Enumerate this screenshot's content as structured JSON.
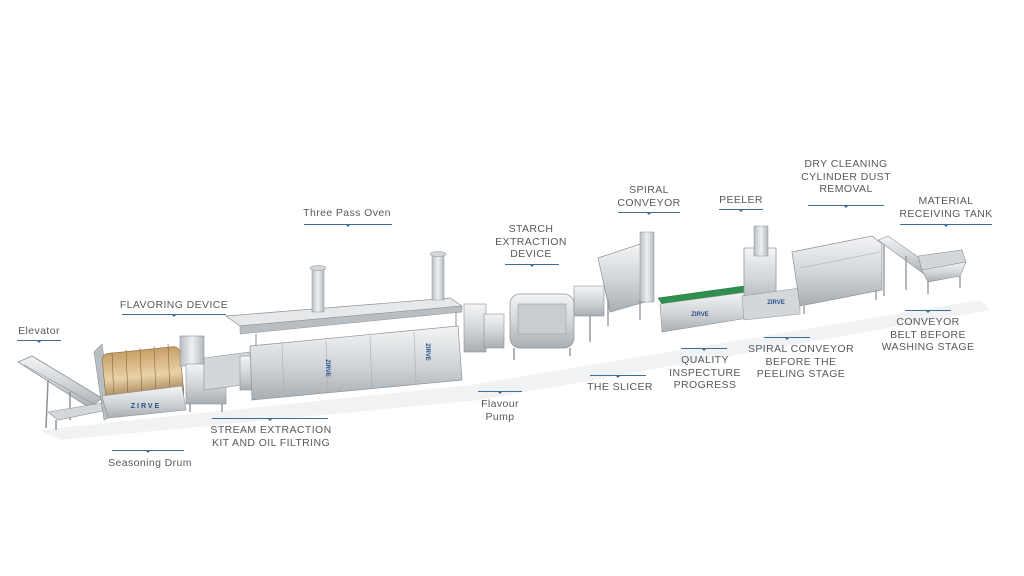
{
  "labels": {
    "elevator": "Elevator",
    "flavoring_device": "FLAVORING DEVICE",
    "seasoning_drum": "Seasoning Drum",
    "three_pass_oven": "Three Pass Oven",
    "stream_extraction": "STREAM EXTRACTION\nKIT AND OIL FILTRING",
    "flavour_pump": "Flavour\nPump",
    "starch_extraction": "STARCH\nEXTRACTION\nDEVICE",
    "the_slicer": "THE SLICER",
    "spiral_conveyor": "SPIRAL\nCONVEYOR",
    "quality_inspecture": "QUALITY\nINSPECTURE\nPROGRESS",
    "peeler": "PEELER",
    "spiral_conveyor_before_peeling": "SPIRAL CONVEYOR\nBEFORE THE\nPEELING STAGE",
    "dry_cleaning": "DRY CLEANING\nCYLINDER DUST\nREMOVAL",
    "conveyor_belt": "CONVEYOR\nBELT BEFORE\nWASHING STAGE",
    "material_receiving": "MATERIAL\nRECEIVING TANK"
  },
  "machine_marks": {
    "seasoning_drum": "ZIRVE",
    "oven_panel_1": "ZIRVE",
    "oven_panel_2": "ZIRVE",
    "quality_conveyor": "ZIRVE",
    "peeler_base": "ZIRVE"
  },
  "colors": {
    "label_text": "#555a5e",
    "marker_line": "#3f6d96",
    "steel_light": "#e6e8ea",
    "steel_mid": "#c9cdd1",
    "steel_dark": "#8d9297",
    "belt_green": "#2f8f4e",
    "drum_brown": "#a6804a",
    "brand_blue": "#27508d"
  }
}
